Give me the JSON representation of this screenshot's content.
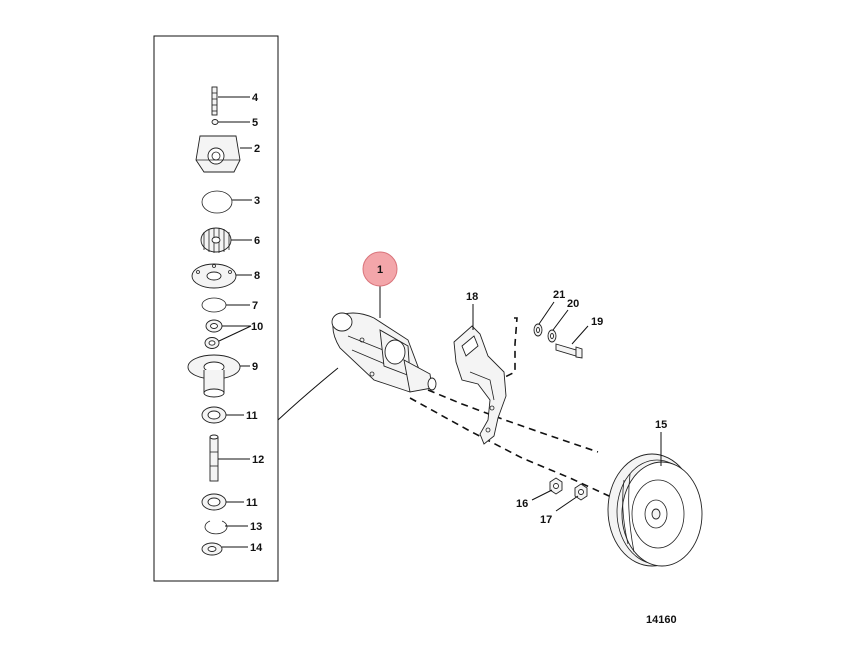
{
  "diagram": {
    "figure_number": "14160",
    "highlight_color": "#f3a6aa",
    "highlight_stroke": "#d9737a",
    "callouts": {
      "c1": "1",
      "c2": "2",
      "c3": "3",
      "c4": "4",
      "c5": "5",
      "c6": "6",
      "c7": "7",
      "c8": "8",
      "c9": "9",
      "c10": "10",
      "c11a": "11",
      "c11b": "11",
      "c12": "12",
      "c13": "13",
      "c14": "14",
      "c15": "15",
      "c16": "16",
      "c17": "17",
      "c18": "18",
      "c19": "19",
      "c20": "20",
      "c21": "21"
    }
  }
}
